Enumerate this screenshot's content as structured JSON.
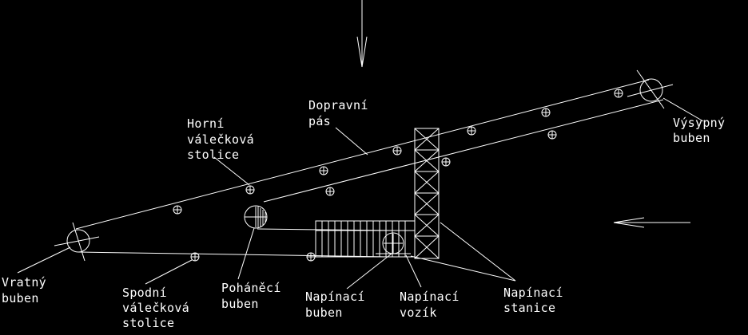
{
  "colors": {
    "background": "#000000",
    "line": "#ffffff"
  },
  "labels": {
    "conveyor_belt": [
      "Dopravní",
      "pás"
    ],
    "upper_idler": [
      "Horní",
      "válečková",
      "stolice"
    ],
    "discharge_drum": [
      "Výsypný",
      "buben"
    ],
    "return_drum": [
      "Vratný",
      "buben"
    ],
    "lower_idler": [
      "Spodní",
      "válečková",
      "stolice"
    ],
    "drive_drum": [
      "Poháněcí",
      "buben"
    ],
    "tension_drum": [
      "Napínací",
      "buben"
    ],
    "tension_carriage": [
      "Napínací",
      "vozík"
    ],
    "tension_station": [
      "Napínací",
      "stanice"
    ]
  },
  "icons": {
    "material_feed_arrow": "arrow-down-icon",
    "belt_direction_arrow": "arrow-left-icon"
  }
}
